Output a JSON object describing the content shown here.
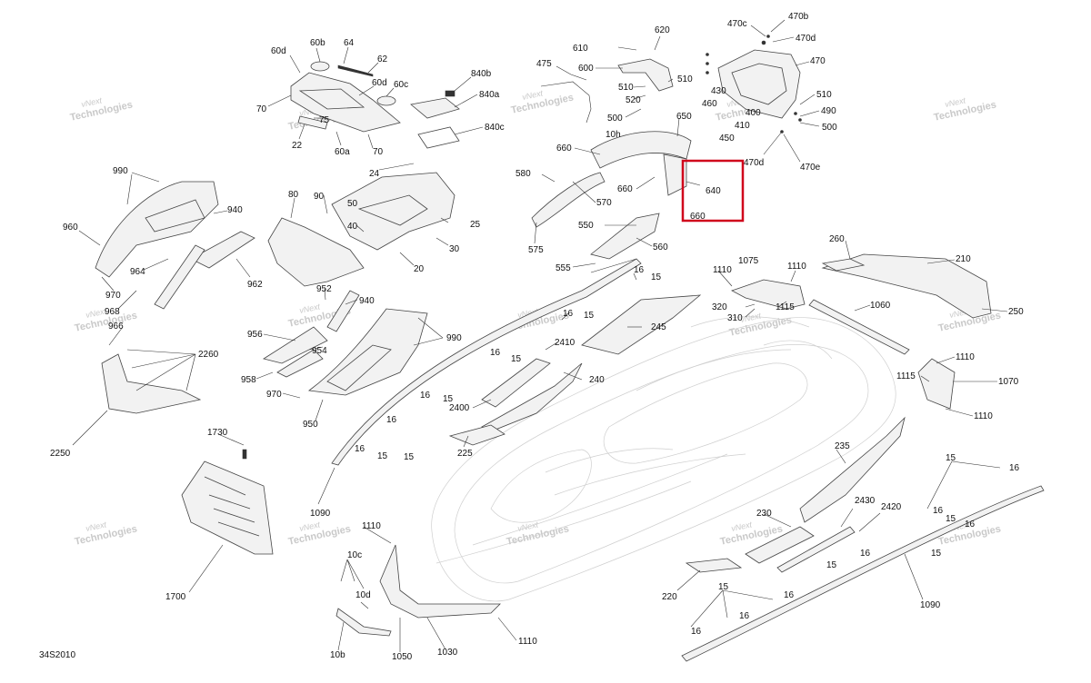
{
  "diagram_code": "34S2010",
  "watermark": {
    "line1": "vNext",
    "line2": "Technologies"
  },
  "highlight_color": "#d0021b",
  "labels": {
    "l60b": "60b",
    "l64": "64",
    "l60d_a": "60d",
    "l62": "62",
    "l60d_b": "60d",
    "l60c": "60c",
    "l70_a": "70",
    "l75": "75",
    "l22": "22",
    "l60a": "60a",
    "l70_b": "70",
    "l840b": "840b",
    "l840a": "840a",
    "l840c": "840c",
    "l475": "475",
    "l610": "610",
    "l620": "620",
    "l600": "600",
    "l510_a": "510",
    "l510_b": "510",
    "l520": "520",
    "l500_a": "500",
    "l650": "650",
    "l10h": "10h",
    "l660_a": "660",
    "l580": "580",
    "l570": "570",
    "l660_b": "660",
    "l640": "640",
    "l660_c": "660",
    "l550": "550",
    "l560": "560",
    "l575": "575",
    "l555": "555",
    "l470c": "470c",
    "l470b": "470b",
    "l470d_a": "470d",
    "l470": "470",
    "l430": "430",
    "l460": "460",
    "l400": "400",
    "l410": "410",
    "l450": "450",
    "l510_c": "510",
    "l490": "490",
    "l500_b": "500",
    "l470d_b": "470d",
    "l470e": "470e",
    "l990_a": "990",
    "l960": "960",
    "l940_a": "940",
    "l964": "964",
    "l962": "962",
    "l970_a": "970",
    "l968": "968",
    "l24": "24",
    "l80": "80",
    "l90": "90",
    "l50": "50",
    "l25": "25",
    "l40": "40",
    "l30": "30",
    "l20": "20",
    "l952": "952",
    "l940_b": "940",
    "l956": "956",
    "l954": "954",
    "l958": "958",
    "l970_b": "970",
    "l950": "950",
    "l990_b": "990",
    "l966": "966",
    "l2260": "2260",
    "l2250": "2250",
    "l16_a": "16",
    "l15_a": "15",
    "l16_b": "16",
    "l15_b": "15",
    "l245": "245",
    "l2410": "2410",
    "l16_c": "16",
    "l15_c": "15",
    "l240": "240",
    "l2400": "2400",
    "l16_d": "16",
    "l15_d": "15",
    "l225": "225",
    "l16_e": "16",
    "l15_e": "15",
    "l16_f": "16",
    "l15_f": "15",
    "l1090_a": "1090",
    "l1110_a": "1110",
    "l1075": "1075",
    "l1110_b": "1110",
    "l320": "320",
    "l310": "310",
    "l1115_a": "1115",
    "l1060": "1060",
    "l260": "260",
    "l210": "210",
    "l250": "250",
    "l1110_c": "1110",
    "l1115_b": "1115",
    "l1070": "1070",
    "l1110_d": "1110",
    "l1730": "1730",
    "l1700": "1700",
    "l1110_e": "1110",
    "l10c": "10c",
    "l10d": "10d",
    "l10b": "10b",
    "l1050": "1050",
    "l1030": "1030",
    "l1110_f": "1110",
    "l235": "235",
    "l230": "230",
    "l2430": "2430",
    "l2420": "2420",
    "l15_g": "15",
    "l16_g": "16",
    "l220": "220",
    "l15_h": "15",
    "l16_h": "16",
    "l15_i": "15",
    "l16_i": "16",
    "l16_j": "16",
    "l15_j": "15",
    "l16_k": "16",
    "l16_l": "16",
    "l15_k": "15",
    "l16_m": "16",
    "l1090_b": "1090"
  }
}
